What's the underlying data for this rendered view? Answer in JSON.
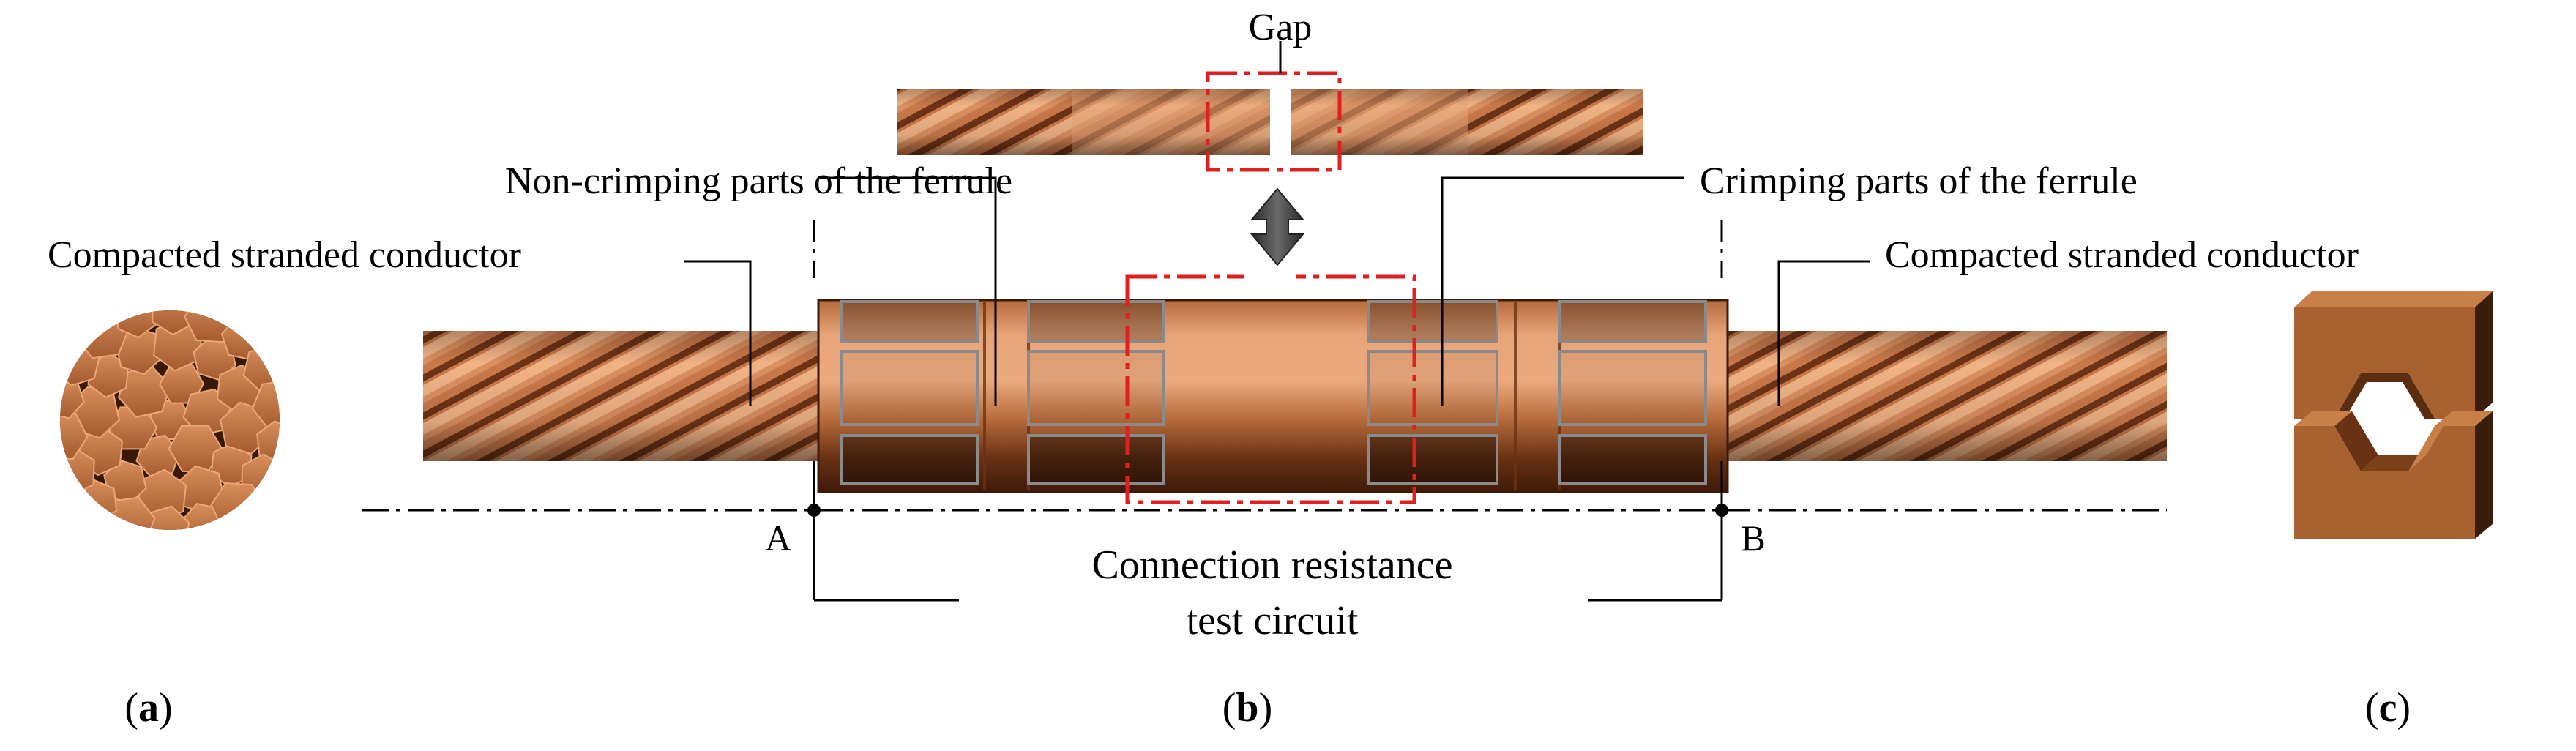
{
  "labels": {
    "gap": "Gap",
    "non_crimping": "Non-crimping parts of the ferrule",
    "crimping": "Crimping parts of the ferrule",
    "conductor_left": "Compacted stranded conductor",
    "conductor_right": "Compacted stranded conductor",
    "test_circuit_line1": "Connection resistance",
    "test_circuit_line2": "test circuit",
    "point_a": "A",
    "point_b": "B"
  },
  "panels": {
    "a": {
      "open": "(",
      "letter": "a",
      "close": ")"
    },
    "b": {
      "open": "(",
      "letter": "b",
      "close": ")"
    },
    "c": {
      "open": "(",
      "letter": "c",
      "close": ")"
    }
  },
  "colors": {
    "copper_light": "#E8A472",
    "copper_mid": "#C9794A",
    "copper_dark": "#5A2A12",
    "strand_stripe": "#7A3D1C",
    "highlight_red": "#E02020",
    "arrow_gray": "#404040",
    "die_front": "#A8622F",
    "die_top": "#C98048",
    "die_side": "#3B1D0C"
  }
}
